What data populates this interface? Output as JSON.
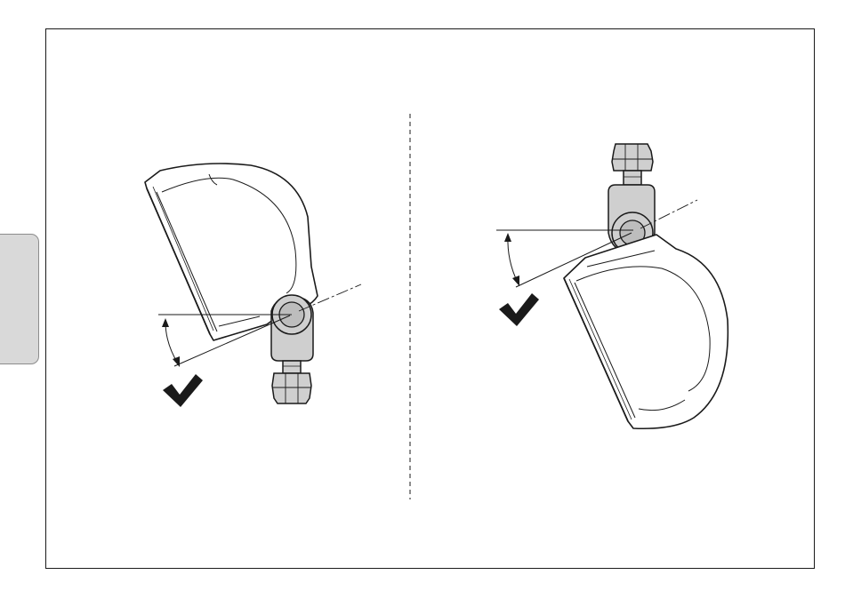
{
  "colors": {
    "frame": "#1a1a1a",
    "line": "#1a1a1a",
    "metal": "#cfcfcf",
    "metal_dark": "#9a9a9a",
    "tab_fill": "#d9d9d9",
    "tab_border": "#8c8c8c",
    "background": "#ffffff"
  },
  "illustrations": [
    {
      "name": "speaker-downward-mount",
      "orientation": "bracket-below",
      "approved": true,
      "icon": "checkmark-icon"
    },
    {
      "name": "speaker-upward-mount",
      "orientation": "bracket-above",
      "approved": true,
      "icon": "checkmark-icon"
    }
  ]
}
